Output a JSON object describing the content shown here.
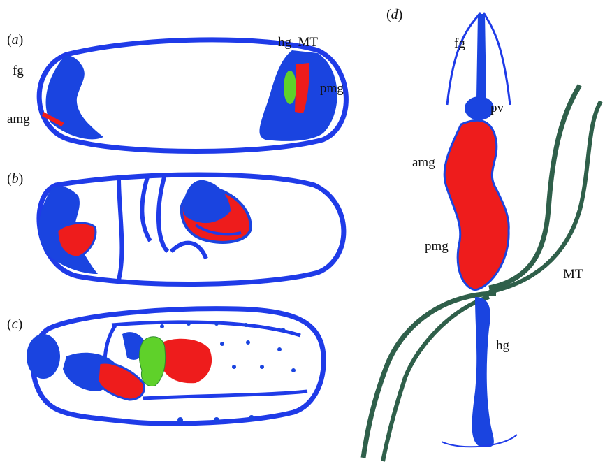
{
  "colors": {
    "outline": "#1f3be8",
    "ectoderm_blue": "#1a44e0",
    "endoderm_red": "#ee1c1c",
    "mt_green": "#5fd12a",
    "mt_dark_green": "#2f5f4a",
    "background": "#ffffff"
  },
  "panels": {
    "a": {
      "label_open": "(",
      "label_letter": "a",
      "label_close": ")"
    },
    "b": {
      "label_open": "(",
      "label_letter": "b",
      "label_close": ")"
    },
    "c": {
      "label_open": "(",
      "label_letter": "c",
      "label_close": ")"
    },
    "d": {
      "label_open": "(",
      "label_letter": "d",
      "label_close": ")"
    }
  },
  "labels": {
    "a_fg": "fg",
    "a_amg": "amg",
    "a_hgmt": "hg–MT",
    "a_pmg": "pmg",
    "d_fg": "fg",
    "d_pv": "pv",
    "d_amg": "amg",
    "d_pmg": "pmg",
    "d_mt": "MT",
    "d_hg": "hg"
  }
}
